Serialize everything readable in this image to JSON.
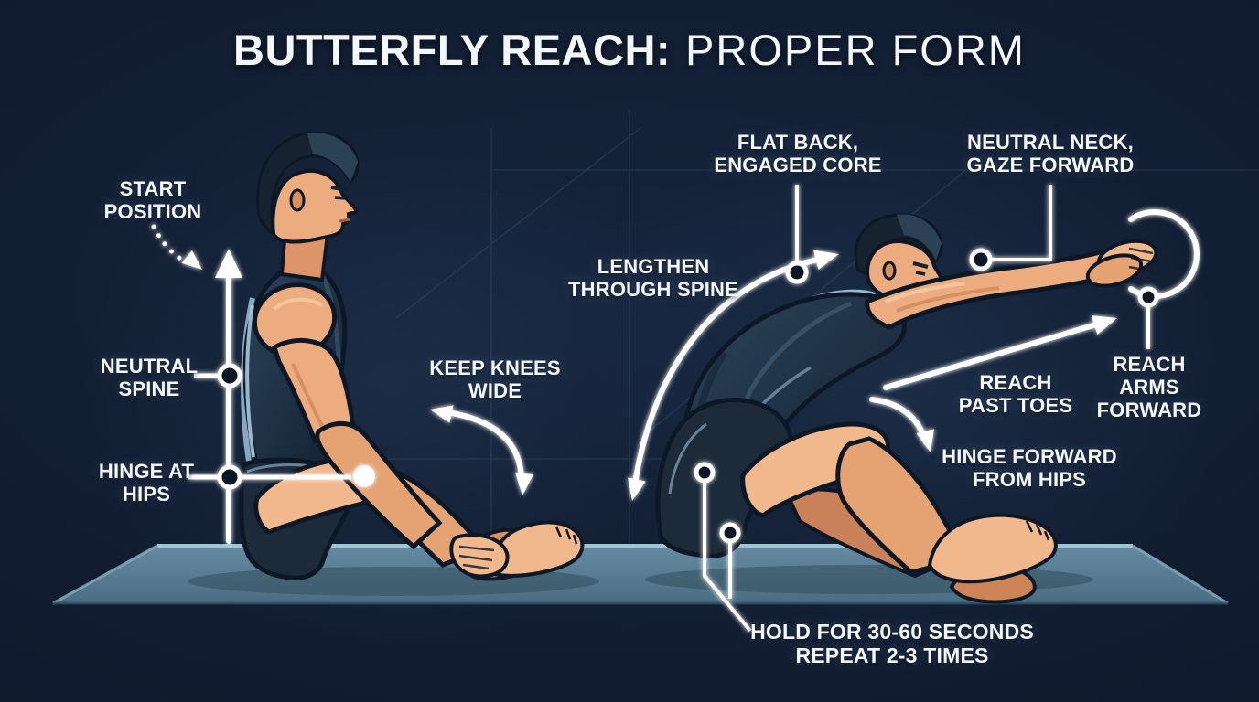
{
  "title": {
    "primary": "BUTTERFLY REACH:",
    "secondary": "PROPER FORM"
  },
  "labels": {
    "start_position": "START\nPOSITION",
    "neutral_spine": "NEUTRAL\nSPINE",
    "hinge_at_hips": "HINGE AT\nHIPS",
    "keep_knees_wide": "KEEP KNEES\nWIDE",
    "flat_back": "FLAT BACK,\nENGAGED CORE",
    "neutral_neck": "NEUTRAL NECK,\nGAZE FORWARD",
    "lengthen_spine": "LENGTHEN\nTHROUGH SPINE",
    "reach_arms_forward": "REACH ARMS\nFORWARD",
    "reach_past_toes": "REACH\nPAST TOES",
    "hinge_forward": "HINGE FORWARD\nFROM HIPS",
    "hold_instruction": "HOLD FOR 30-60 SECONDS\nREPEAT 2-3 TIMES"
  },
  "colors": {
    "background": "#101b2e",
    "mat": "#5d8096",
    "annotation": "#ffffff",
    "skin": "#ecac80",
    "outfit": "#22374c",
    "hair": "#16222f"
  }
}
